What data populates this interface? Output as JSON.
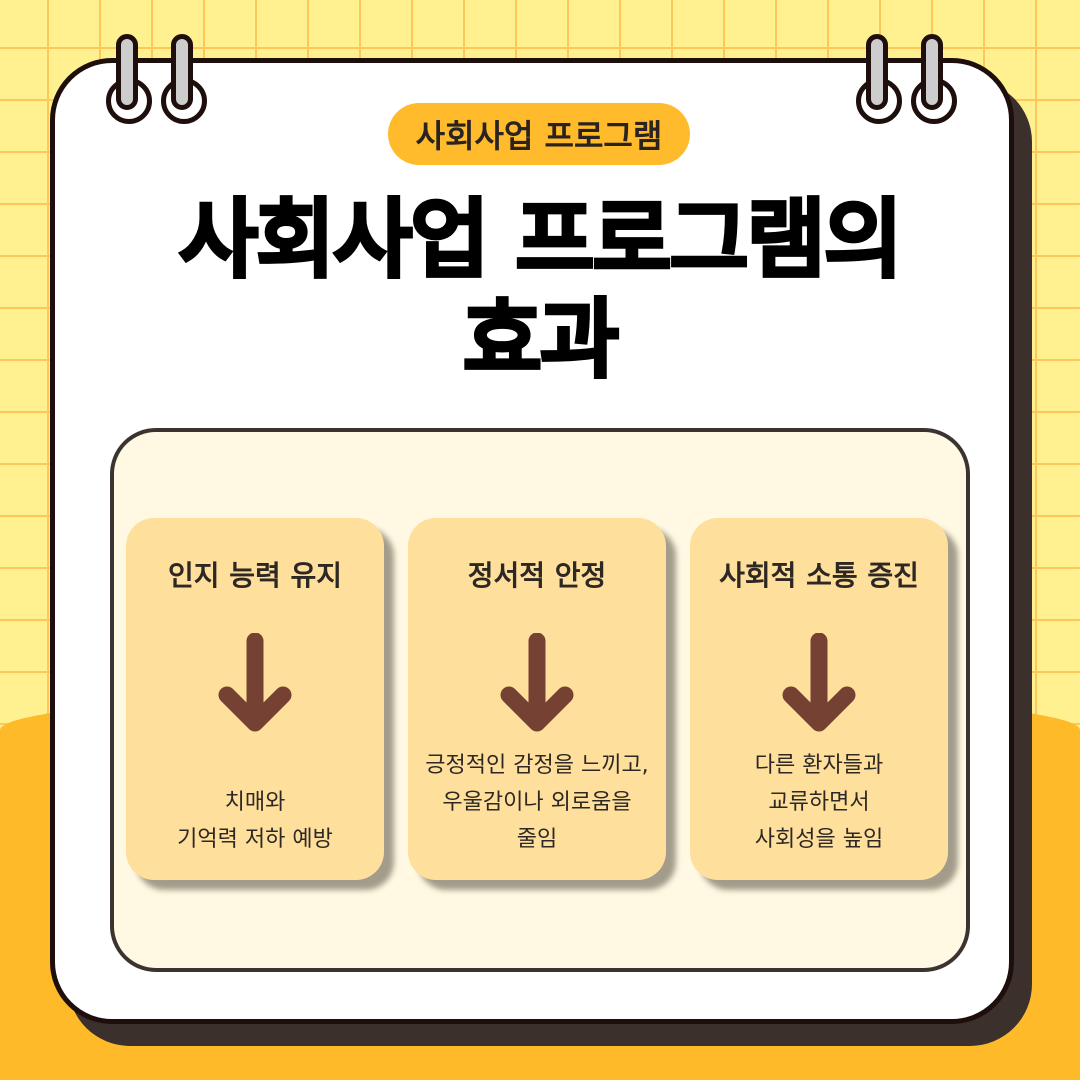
{
  "badge": "사회사업 프로그램",
  "title": {
    "line1": "사회사업 프로그램의",
    "line2": "효과"
  },
  "effects": [
    {
      "heading": "인지 능력 유지",
      "lines": [
        "치매와",
        "기억력 저하 예방"
      ]
    },
    {
      "heading": "정서적 안정",
      "lines": [
        "긍정적인 감정을 느끼고,",
        "우울감이나 외로움을",
        "줄임"
      ]
    },
    {
      "heading": "사회적 소통 증진",
      "lines": [
        "다른 환자들과",
        "교류하면서",
        "사회성을 높임"
      ]
    }
  ],
  "colors": {
    "accent": "#ffbb2c",
    "arrow": "#754133",
    "box": "#ffdf9c"
  }
}
